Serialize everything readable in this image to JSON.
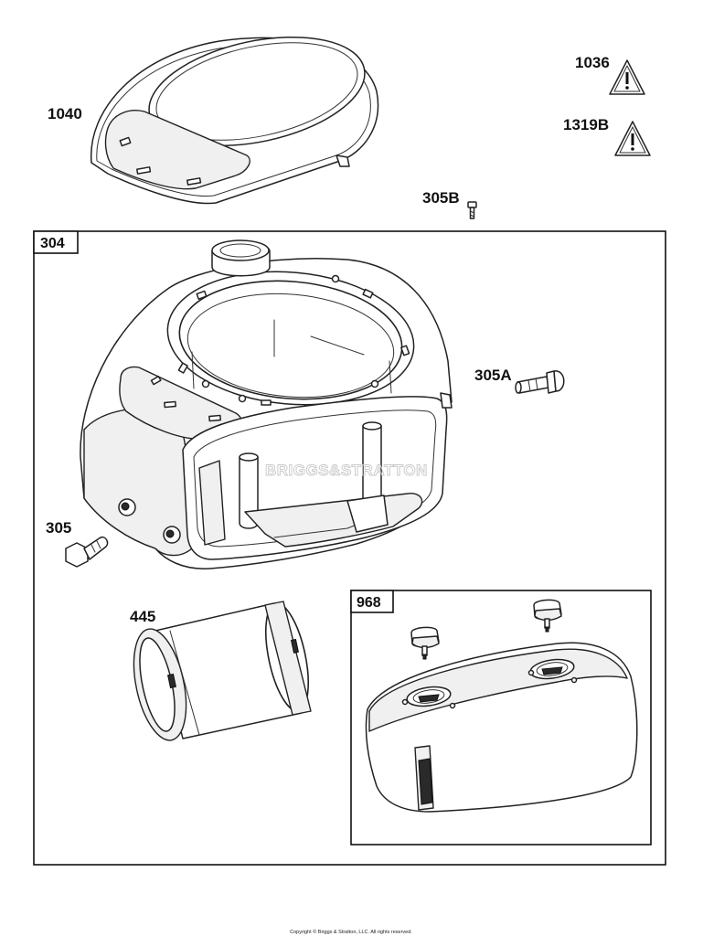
{
  "parts": {
    "p1040": "1040",
    "p1036": "1036",
    "p1319B": "1319B",
    "p305B": "305B",
    "p304": "304",
    "p305A": "305A",
    "p305": "305",
    "p445": "445",
    "p968": "968"
  },
  "watermark": "BRIGGS&STRATTON",
  "copyright": "Copyright © Briggs & Stratton, LLC. All rights reserved."
}
